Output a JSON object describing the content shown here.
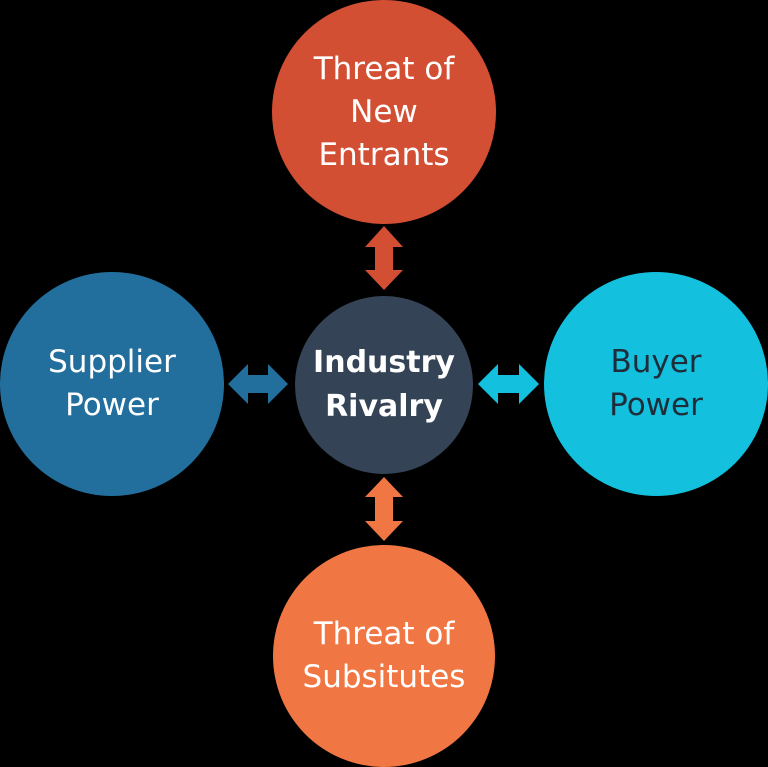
{
  "diagram": {
    "center": {
      "label": "Industry\nRivalry",
      "color": "#344456"
    },
    "top": {
      "label": "Threat of\nNew\nEntrants",
      "color": "#d24f33"
    },
    "bottom": {
      "label": "Threat of\nSubsitutes",
      "color": "#f07643"
    },
    "left": {
      "label": "Supplier\nPower",
      "color": "#226f9e"
    },
    "right": {
      "label": "Buyer\nPower",
      "color": "#13c0dd"
    },
    "arrow_colors": {
      "top": "#d24f33",
      "bottom": "#f07643",
      "left": "#226f9e",
      "right": "#13c0dd"
    }
  }
}
